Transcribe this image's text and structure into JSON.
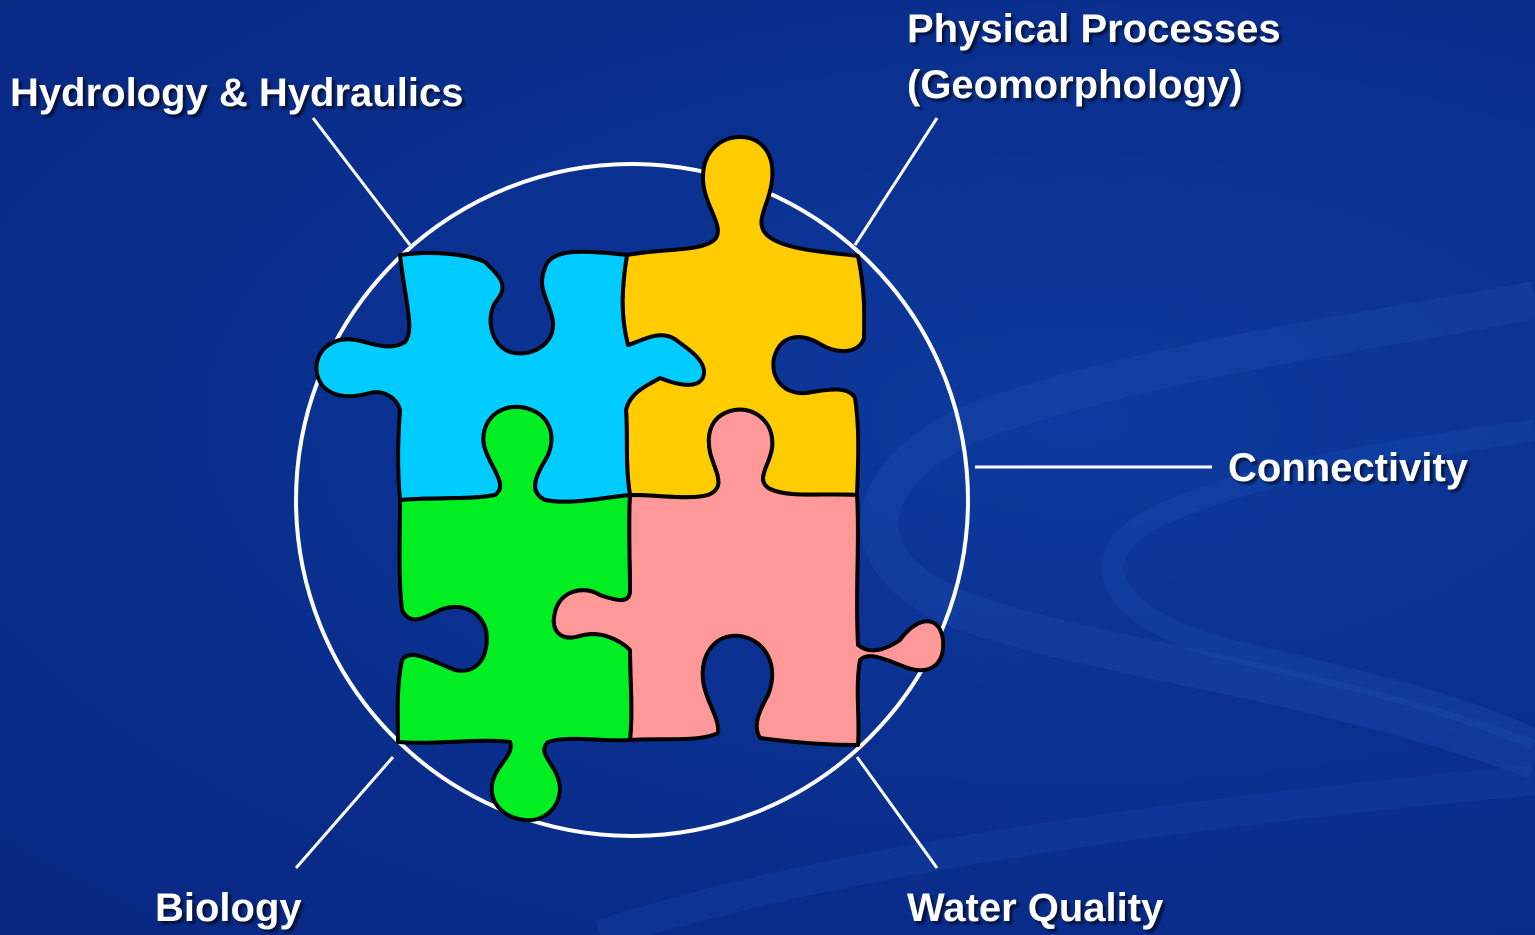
{
  "labels": {
    "hydrology": "Hydrology & Hydraulics",
    "physical_line1": "Physical Processes",
    "physical_line2": "(Geomorphology)",
    "connectivity": "Connectivity",
    "biology": "Biology",
    "water_quality": "Water Quality"
  },
  "colors": {
    "background": "#0a2d8c",
    "circle": "#ffffff",
    "hydrology_piece": "#00ccff",
    "physical_piece": "#ffcc00",
    "biology_piece": "#00ee22",
    "water_quality_piece": "#ff9999"
  },
  "icons": {
    "hydrology": "puzzle-piece-icon",
    "physical": "puzzle-piece-icon",
    "biology": "puzzle-piece-icon",
    "water_quality": "puzzle-piece-icon"
  }
}
